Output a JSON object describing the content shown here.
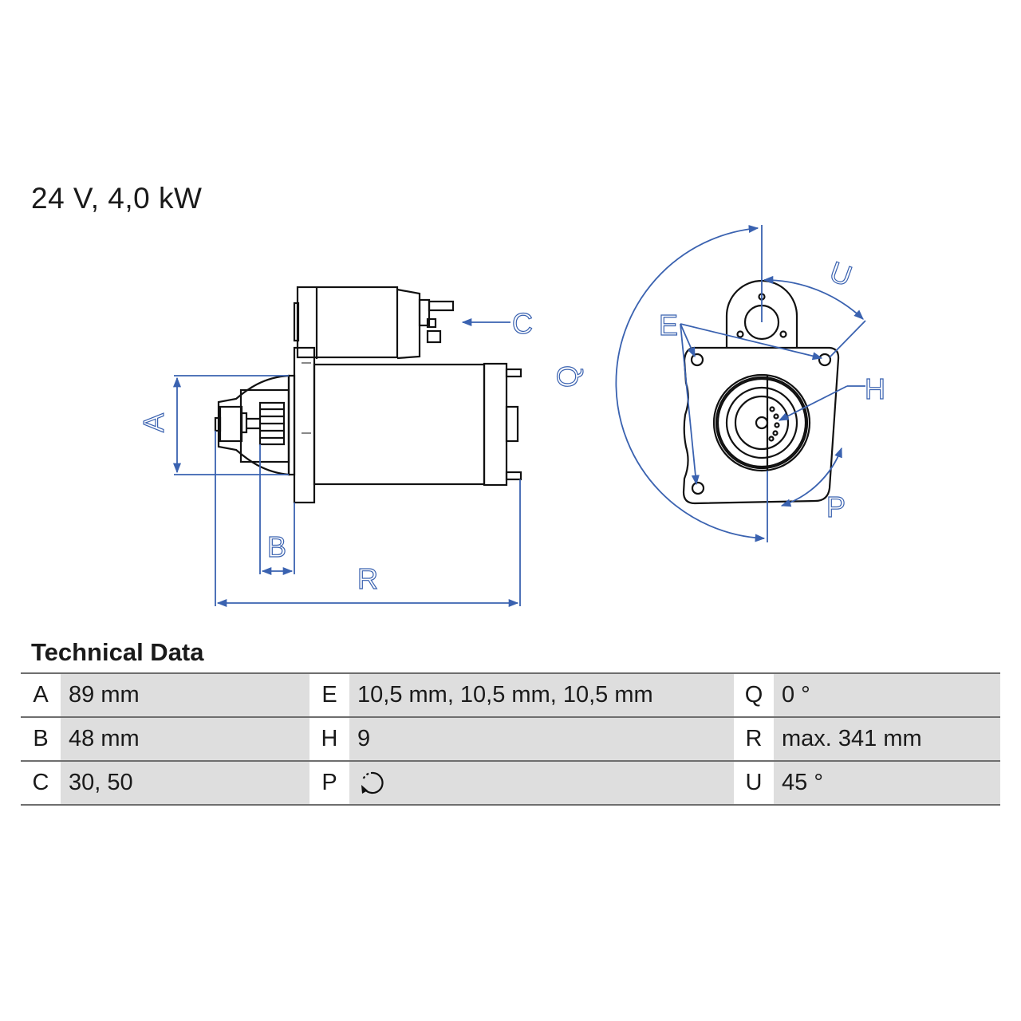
{
  "header": {
    "spec_title": "24 V, 4,0 kW"
  },
  "drawing": {
    "line_color": "#111111",
    "dimension_color": "#3a62b0",
    "side_view_labels": [
      "A",
      "B",
      "C",
      "R"
    ],
    "front_view_labels": [
      "E",
      "H",
      "P",
      "Q",
      "U"
    ]
  },
  "technical_data": {
    "heading": "Technical Data",
    "rows": [
      [
        {
          "key": "A",
          "value": "89 mm"
        },
        {
          "key": "E",
          "value": "10,5 mm, 10,5 mm, 10,5 mm"
        },
        {
          "key": "Q",
          "value": "0 °"
        }
      ],
      [
        {
          "key": "B",
          "value": "48 mm"
        },
        {
          "key": "H",
          "value": "9"
        },
        {
          "key": "R",
          "value": "max. 341 mm"
        }
      ],
      [
        {
          "key": "C",
          "value": "30, 50"
        },
        {
          "key": "P",
          "value": "",
          "icon": "rotation-counterclockwise-icon"
        },
        {
          "key": "U",
          "value": "45 °"
        }
      ]
    ],
    "row_bg": "#dedede",
    "border_color": "#6e6e6e"
  }
}
